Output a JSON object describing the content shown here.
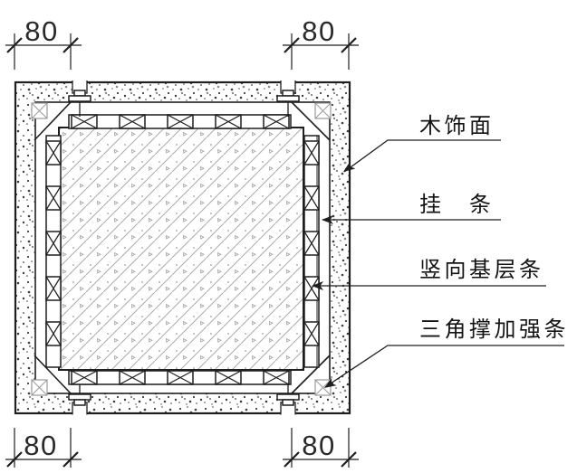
{
  "labels": {
    "wood_veneer": "木饰面",
    "hanging_strip": "挂　条",
    "vertical_base_strip": "竖向基层条",
    "triangle_brace_strip": "三角撑加强条"
  },
  "dimensions": {
    "top_left": "80",
    "top_right": "80",
    "bottom_left": "80",
    "bottom_right": "80"
  },
  "colors": {
    "line": "#1f1f1f",
    "light": "#9a9a9a",
    "hatch": "#ababab",
    "speck": "#3d3d3d",
    "bg": "#ffffff"
  }
}
